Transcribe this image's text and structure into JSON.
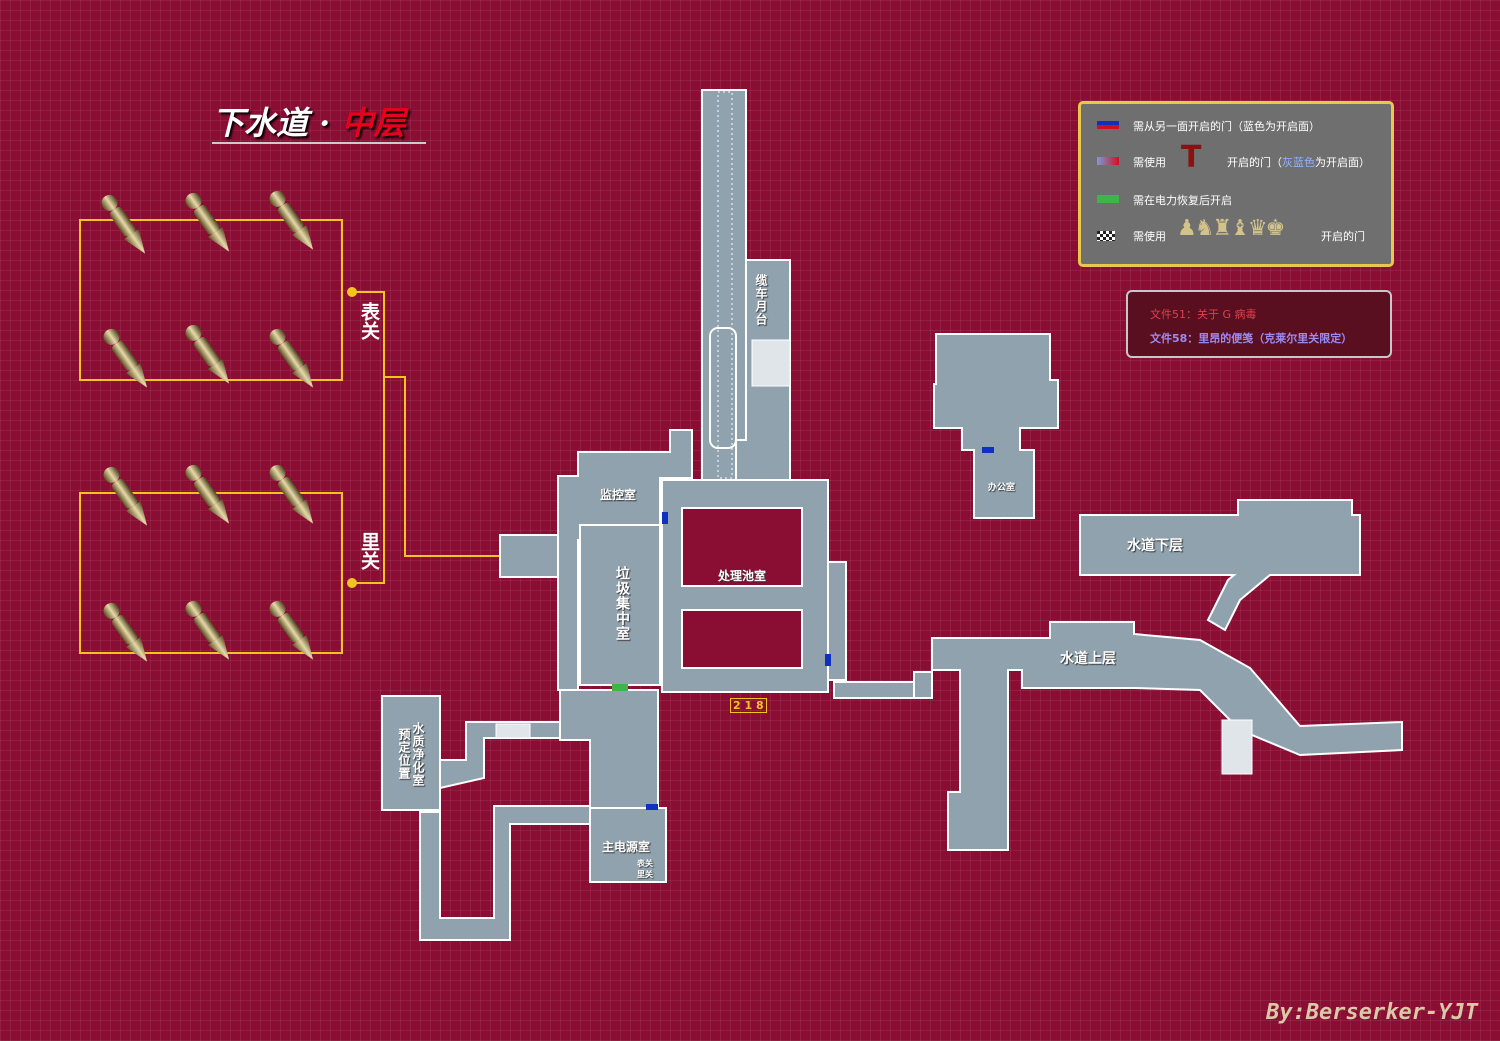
{
  "title": {
    "part1": "下水道 · ",
    "part2": "中层"
  },
  "legend": {
    "row1": "需从另一面开启的门（蓝色为开启面）",
    "row2a": "需使用",
    "row2b": "开启的门（",
    "row2c": "灰蓝色",
    "row2d": "为开启面）",
    "row3": "需在电力恢复后开启",
    "row4a": "需使用",
    "row4b": "开启的门"
  },
  "documents": {
    "doc51": "文件51：关于 G 病毒",
    "doc58": "文件58：里昂的便笺（克莱尔里关限定）"
  },
  "chess_sets": {
    "surface": "表关",
    "reverse": "里关"
  },
  "rooms": {
    "monitor": "监控室",
    "garbage": "垃圾集中室",
    "treatment": "处理池室",
    "cable_car": "缆车月台",
    "office": "办公室",
    "waterway_lower": "水道下层",
    "waterway_upper": "水道上层",
    "water_purify": "水质净化室",
    "planned_position": "预定位置",
    "main_power": "主电源室",
    "power_surface": "表关",
    "power_reverse": "里关"
  },
  "lock_code": "2 1 8",
  "credit": "By:Berserker-YJT",
  "colors": {
    "background": "#8a0e33",
    "room": "#8fa2ad",
    "frame": "#f2c41d",
    "blue_door": "#1030c0",
    "green_door": "#3cb54a"
  }
}
